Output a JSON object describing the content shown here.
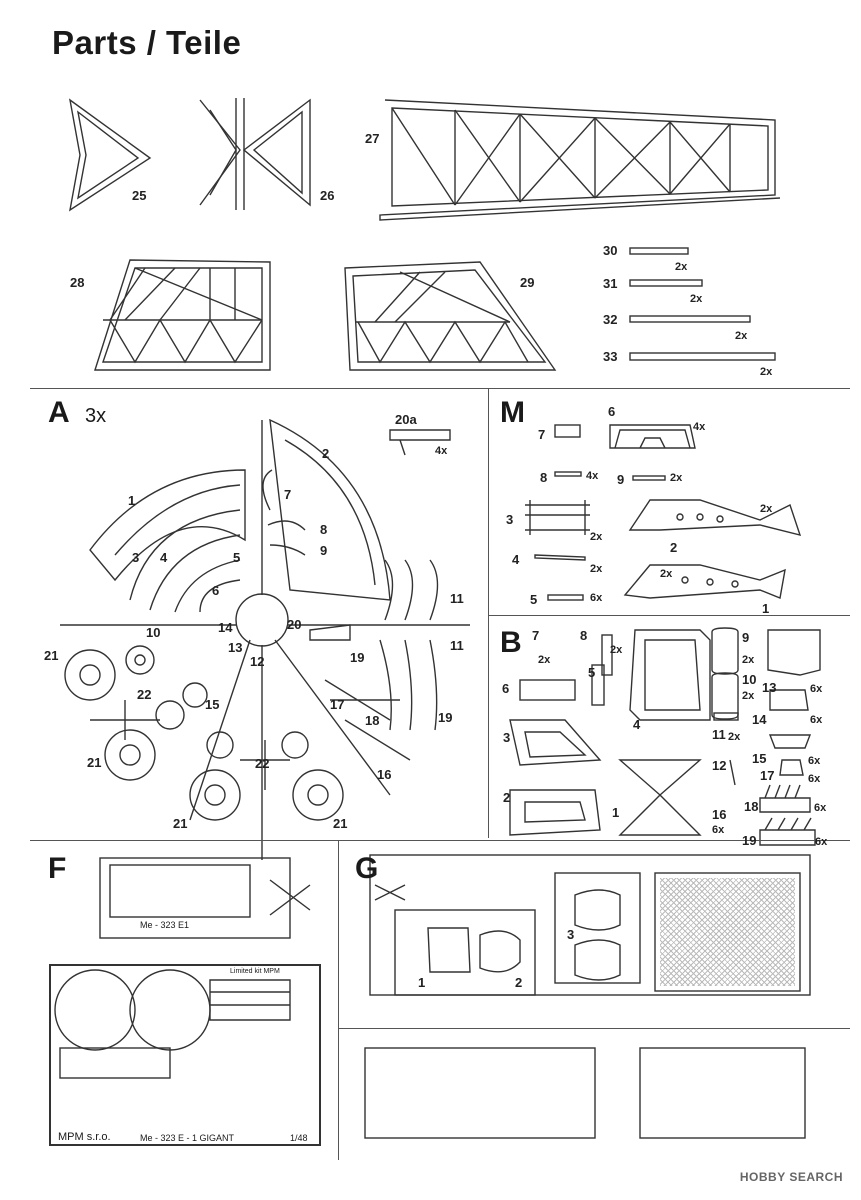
{
  "title": "Parts / Teile",
  "top_parts": [
    {
      "num": "25"
    },
    {
      "num": "26"
    },
    {
      "num": "27"
    },
    {
      "num": "28"
    },
    {
      "num": "29"
    }
  ],
  "rods": [
    {
      "num": "30",
      "qty": "2x"
    },
    {
      "num": "31",
      "qty": "2x"
    },
    {
      "num": "32",
      "qty": "2x"
    },
    {
      "num": "33",
      "qty": "2x"
    }
  ],
  "section_a": {
    "letter": "A",
    "qty": "3x",
    "labels": [
      "1",
      "2",
      "3",
      "4",
      "5",
      "6",
      "7",
      "8",
      "9",
      "10",
      "11",
      "11",
      "12",
      "13",
      "14",
      "15",
      "16",
      "17",
      "18",
      "19",
      "19",
      "20",
      "20a",
      "21",
      "21",
      "21",
      "21",
      "22",
      "22"
    ],
    "gun_qty": "4x"
  },
  "section_m": {
    "letter": "M",
    "labels": [
      "1",
      "2",
      "3",
      "4",
      "5",
      "6",
      "7",
      "8",
      "9"
    ],
    "qty": {
      "six": "4x",
      "eight": "4x",
      "nine": "2x",
      "three": "2x",
      "four": "2x",
      "five": "6x",
      "two": "2x",
      "one": "2x"
    }
  },
  "section_b": {
    "letter": "B",
    "labels": [
      "1",
      "2",
      "3",
      "4",
      "5",
      "6",
      "7",
      "8",
      "9",
      "10",
      "11",
      "12",
      "13",
      "14",
      "15",
      "16",
      "17",
      "18",
      "19"
    ],
    "qty": {
      "seven": "2x",
      "eight": "2x",
      "nine": "2x",
      "ten": "2x",
      "eleven": "2x",
      "thirteen": "6x",
      "fourteen": "6x",
      "fifteen": "6x",
      "sixteen": "6x",
      "seventeen": "6x",
      "eighteen": "6x",
      "nineteen": "6x"
    }
  },
  "section_f": {
    "letter": "F",
    "decal_text": "Me - 323 E1",
    "fret_brand": "MPM  s.r.o.",
    "fret_model": "Me - 323 E - 1   GIGANT",
    "fret_scale": "1/48",
    "fret_mark": "Limited kit MPM"
  },
  "section_g": {
    "letter": "G",
    "labels": [
      "1",
      "2",
      "3"
    ]
  },
  "watermark": "HOBBY SEARCH"
}
